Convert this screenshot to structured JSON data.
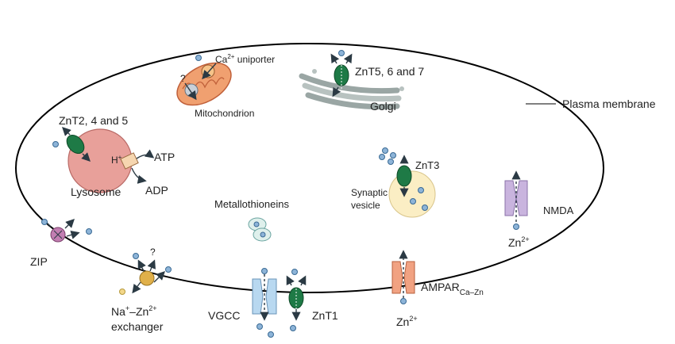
{
  "labels": {
    "ca_uniporter": "Ca",
    "ca_uniporter_sup": "2+",
    "ca_uniporter_rest": " uniporter",
    "question_mito": "?",
    "mitochondrion": "Mitochondrion",
    "znt5": "ZnT5, 6 and 7",
    "golgi": "Golgi",
    "plasma_membrane": "Plasma membrane",
    "znt2": "ZnT2, 4 and 5",
    "h_plus": "H",
    "h_plus_sup": "+",
    "atp": "ATP",
    "adp": "ADP",
    "lysosome": "Lysosome",
    "znt3": "ZnT3",
    "synaptic_vesicle_1": "Synaptic",
    "synaptic_vesicle_2": "vesicle",
    "metallothioneins": "Metallothioneins",
    "nmda": "NMDA",
    "zn_nmda": "Zn",
    "zn_sup": "2+",
    "zip": "ZIP",
    "question_exchanger": "?",
    "na_zn_1": "Na",
    "na_sup": "+",
    "na_zn_dash": "–Zn",
    "na_zn_sup": "2+",
    "exchanger": "exchanger",
    "vgcc": "VGCC",
    "znt1": "ZnT1",
    "ampar": "AMPAR",
    "ampar_sub": "Ca–Zn",
    "zn_ampar": "Zn"
  },
  "colors": {
    "membrane": "#000000",
    "zinc": "#8db4d8",
    "zinc_stroke": "#3a6a94",
    "transporter": "#1e7a46",
    "lysosome": "#e8a09a",
    "vesicle": "#fbeec4",
    "mitochondrion": "#f0a070",
    "golgi": "#b8c2c0",
    "nmda": "#c9b4de",
    "ampar": "#f1a282",
    "vgcc": "#b8d8f0",
    "zip": "#c27eb2",
    "exchanger": "#e0b04a"
  }
}
